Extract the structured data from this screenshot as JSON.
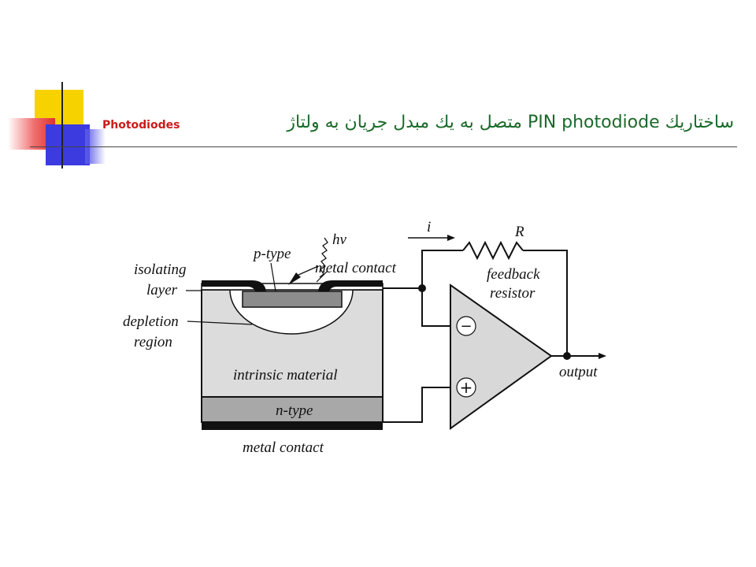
{
  "header": {
    "brand": "Photodiodes",
    "title": "ساختاريك PIN photodiode متصل به يك مبدل جريان به ولتاژ"
  },
  "diagram": {
    "labels": {
      "isolating_1": "isolating",
      "isolating_2": "layer",
      "depletion_1": "depletion",
      "depletion_2": "region",
      "p_type": "p-type",
      "hv": "hν",
      "metal_contact_top": "metal contact",
      "intrinsic": "intrinsic material",
      "n_type": "n-type",
      "metal_contact_bottom": "metal contact",
      "current": "i",
      "resistor": "R",
      "feedback_1": "feedback",
      "feedback_2": "resistor",
      "minus": "−",
      "plus": "+",
      "output": "output"
    }
  }
}
